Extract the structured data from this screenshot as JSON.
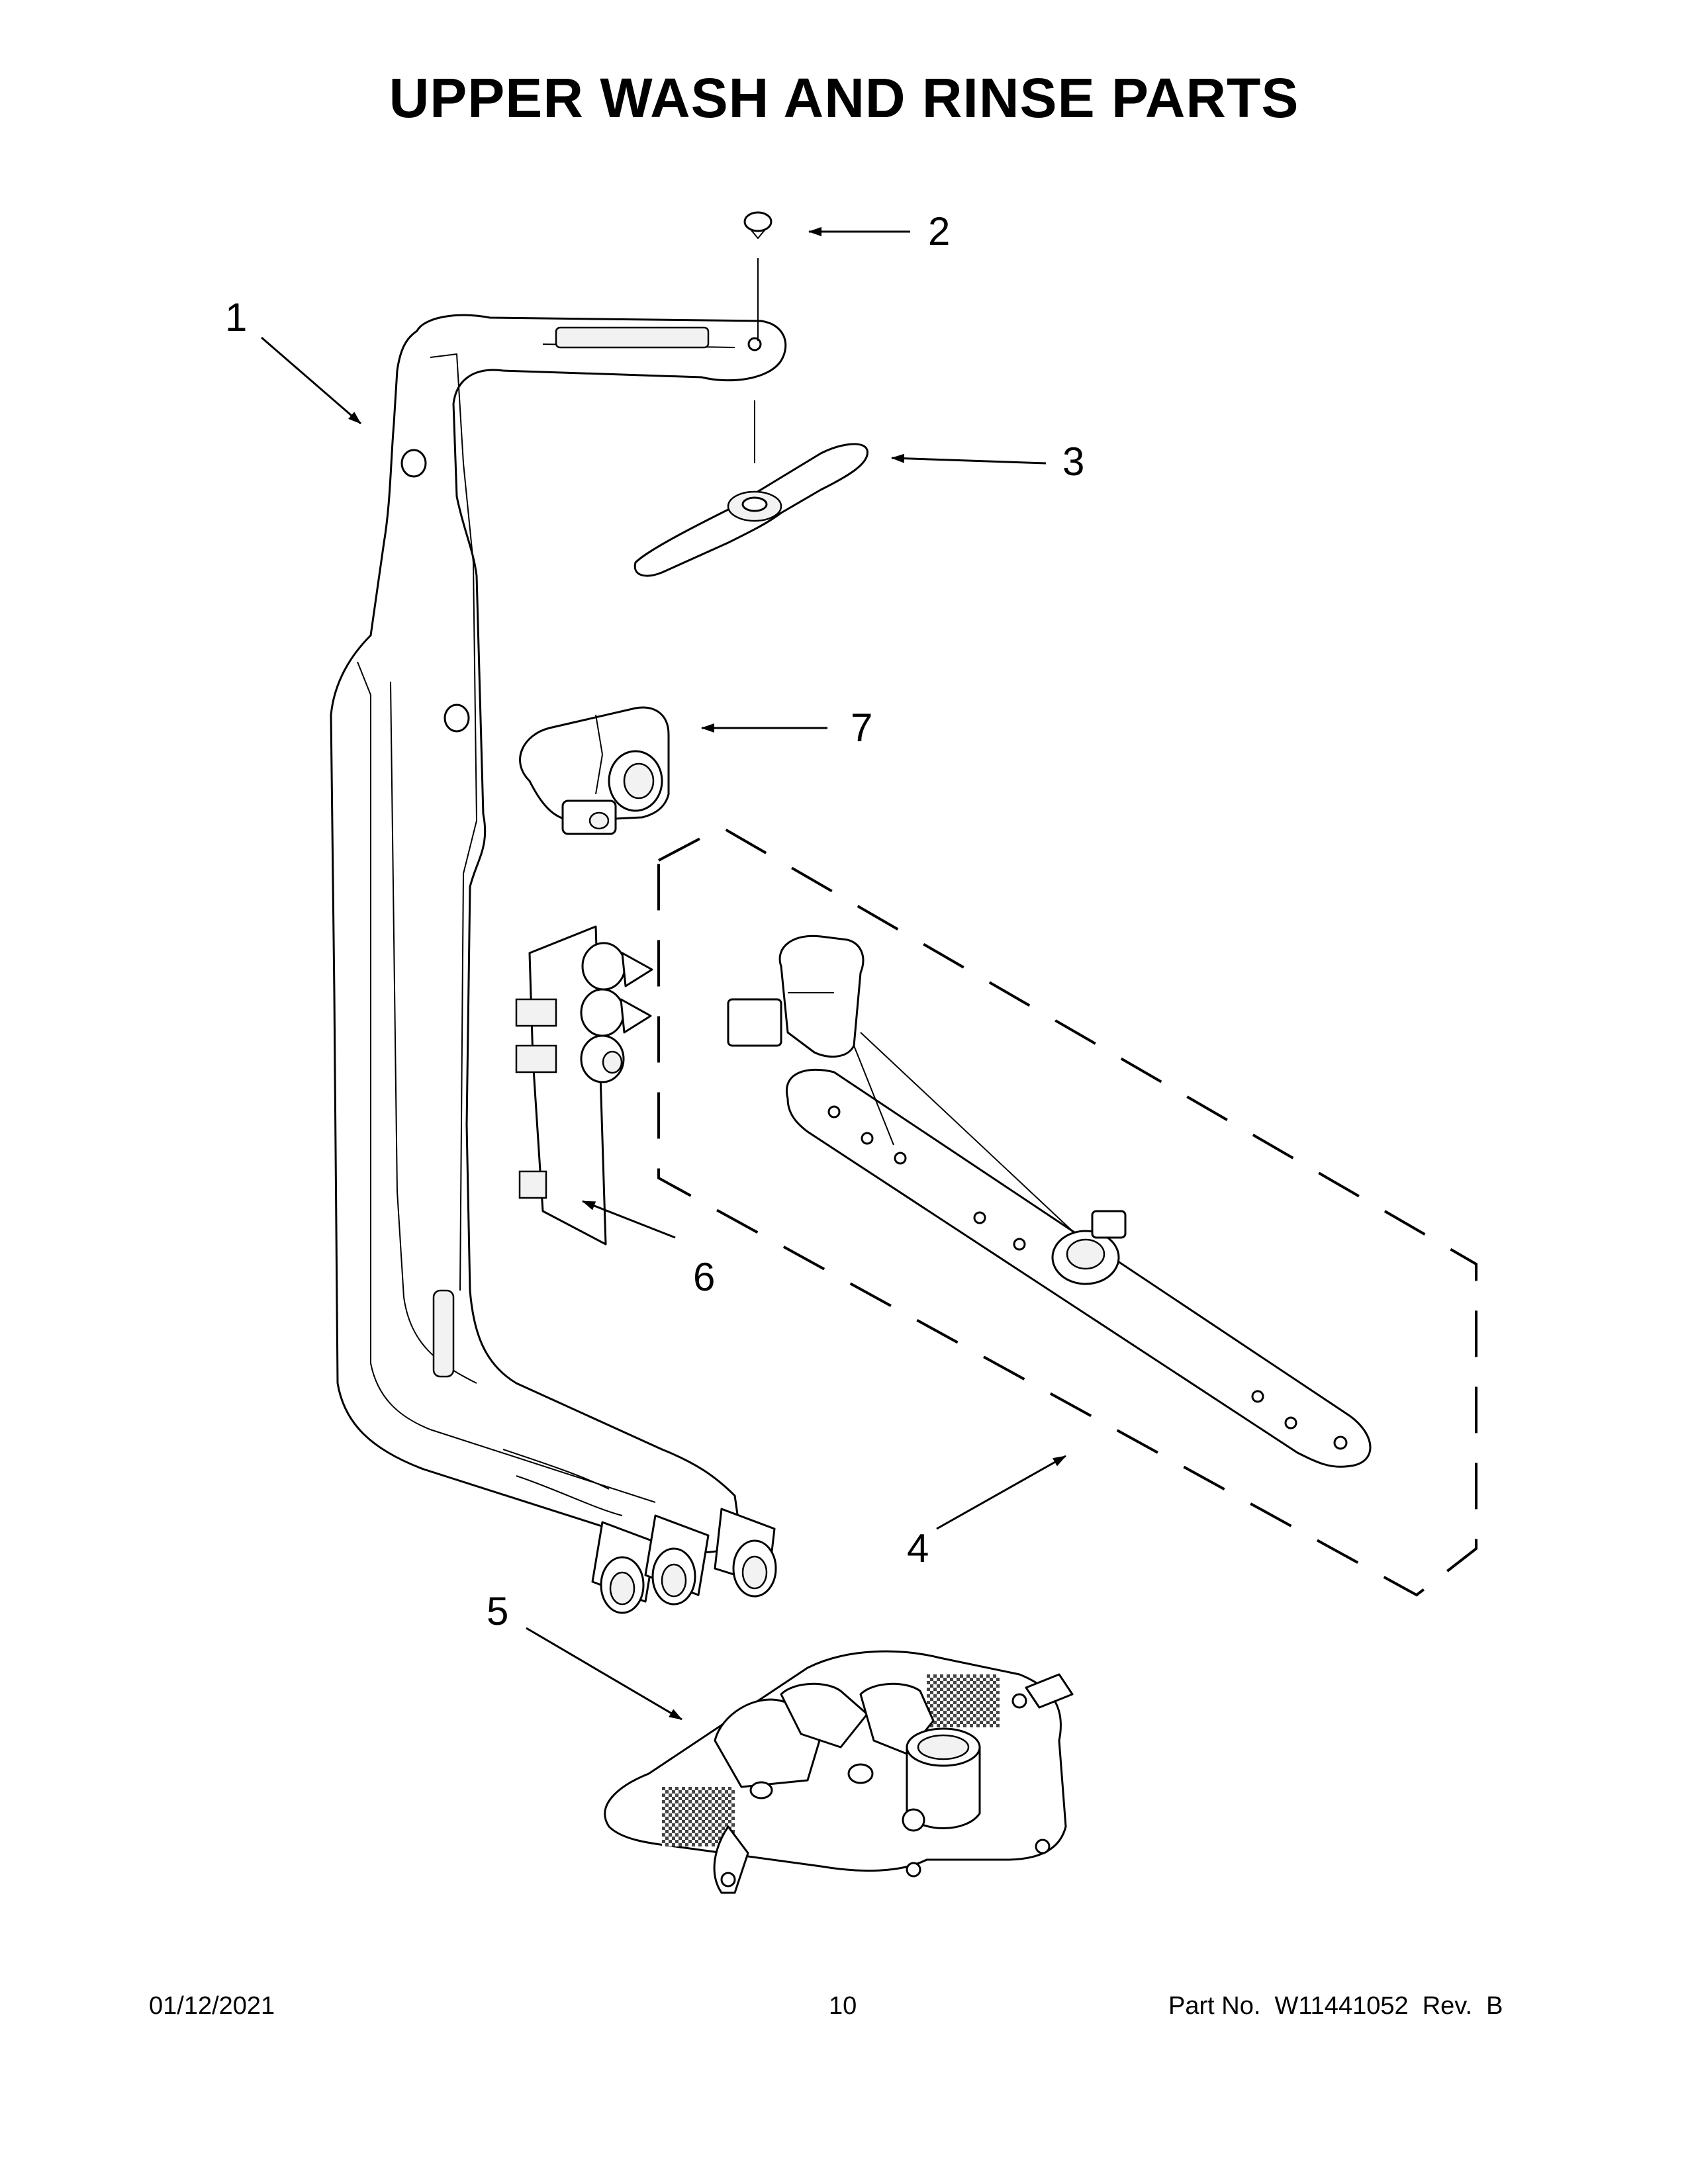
{
  "page": {
    "title": "UPPER WASH AND RINSE PARTS"
  },
  "callouts": [
    {
      "id": "1",
      "label": "1"
    },
    {
      "id": "2",
      "label": "2"
    },
    {
      "id": "3",
      "label": "3"
    },
    {
      "id": "4",
      "label": "4"
    },
    {
      "id": "5",
      "label": "5"
    },
    {
      "id": "6",
      "label": "6"
    },
    {
      "id": "7",
      "label": "7"
    }
  ],
  "footer": {
    "date": "01/12/2021",
    "page_number": "10",
    "part_number": "Part No.  W11441052  Rev.  B"
  }
}
